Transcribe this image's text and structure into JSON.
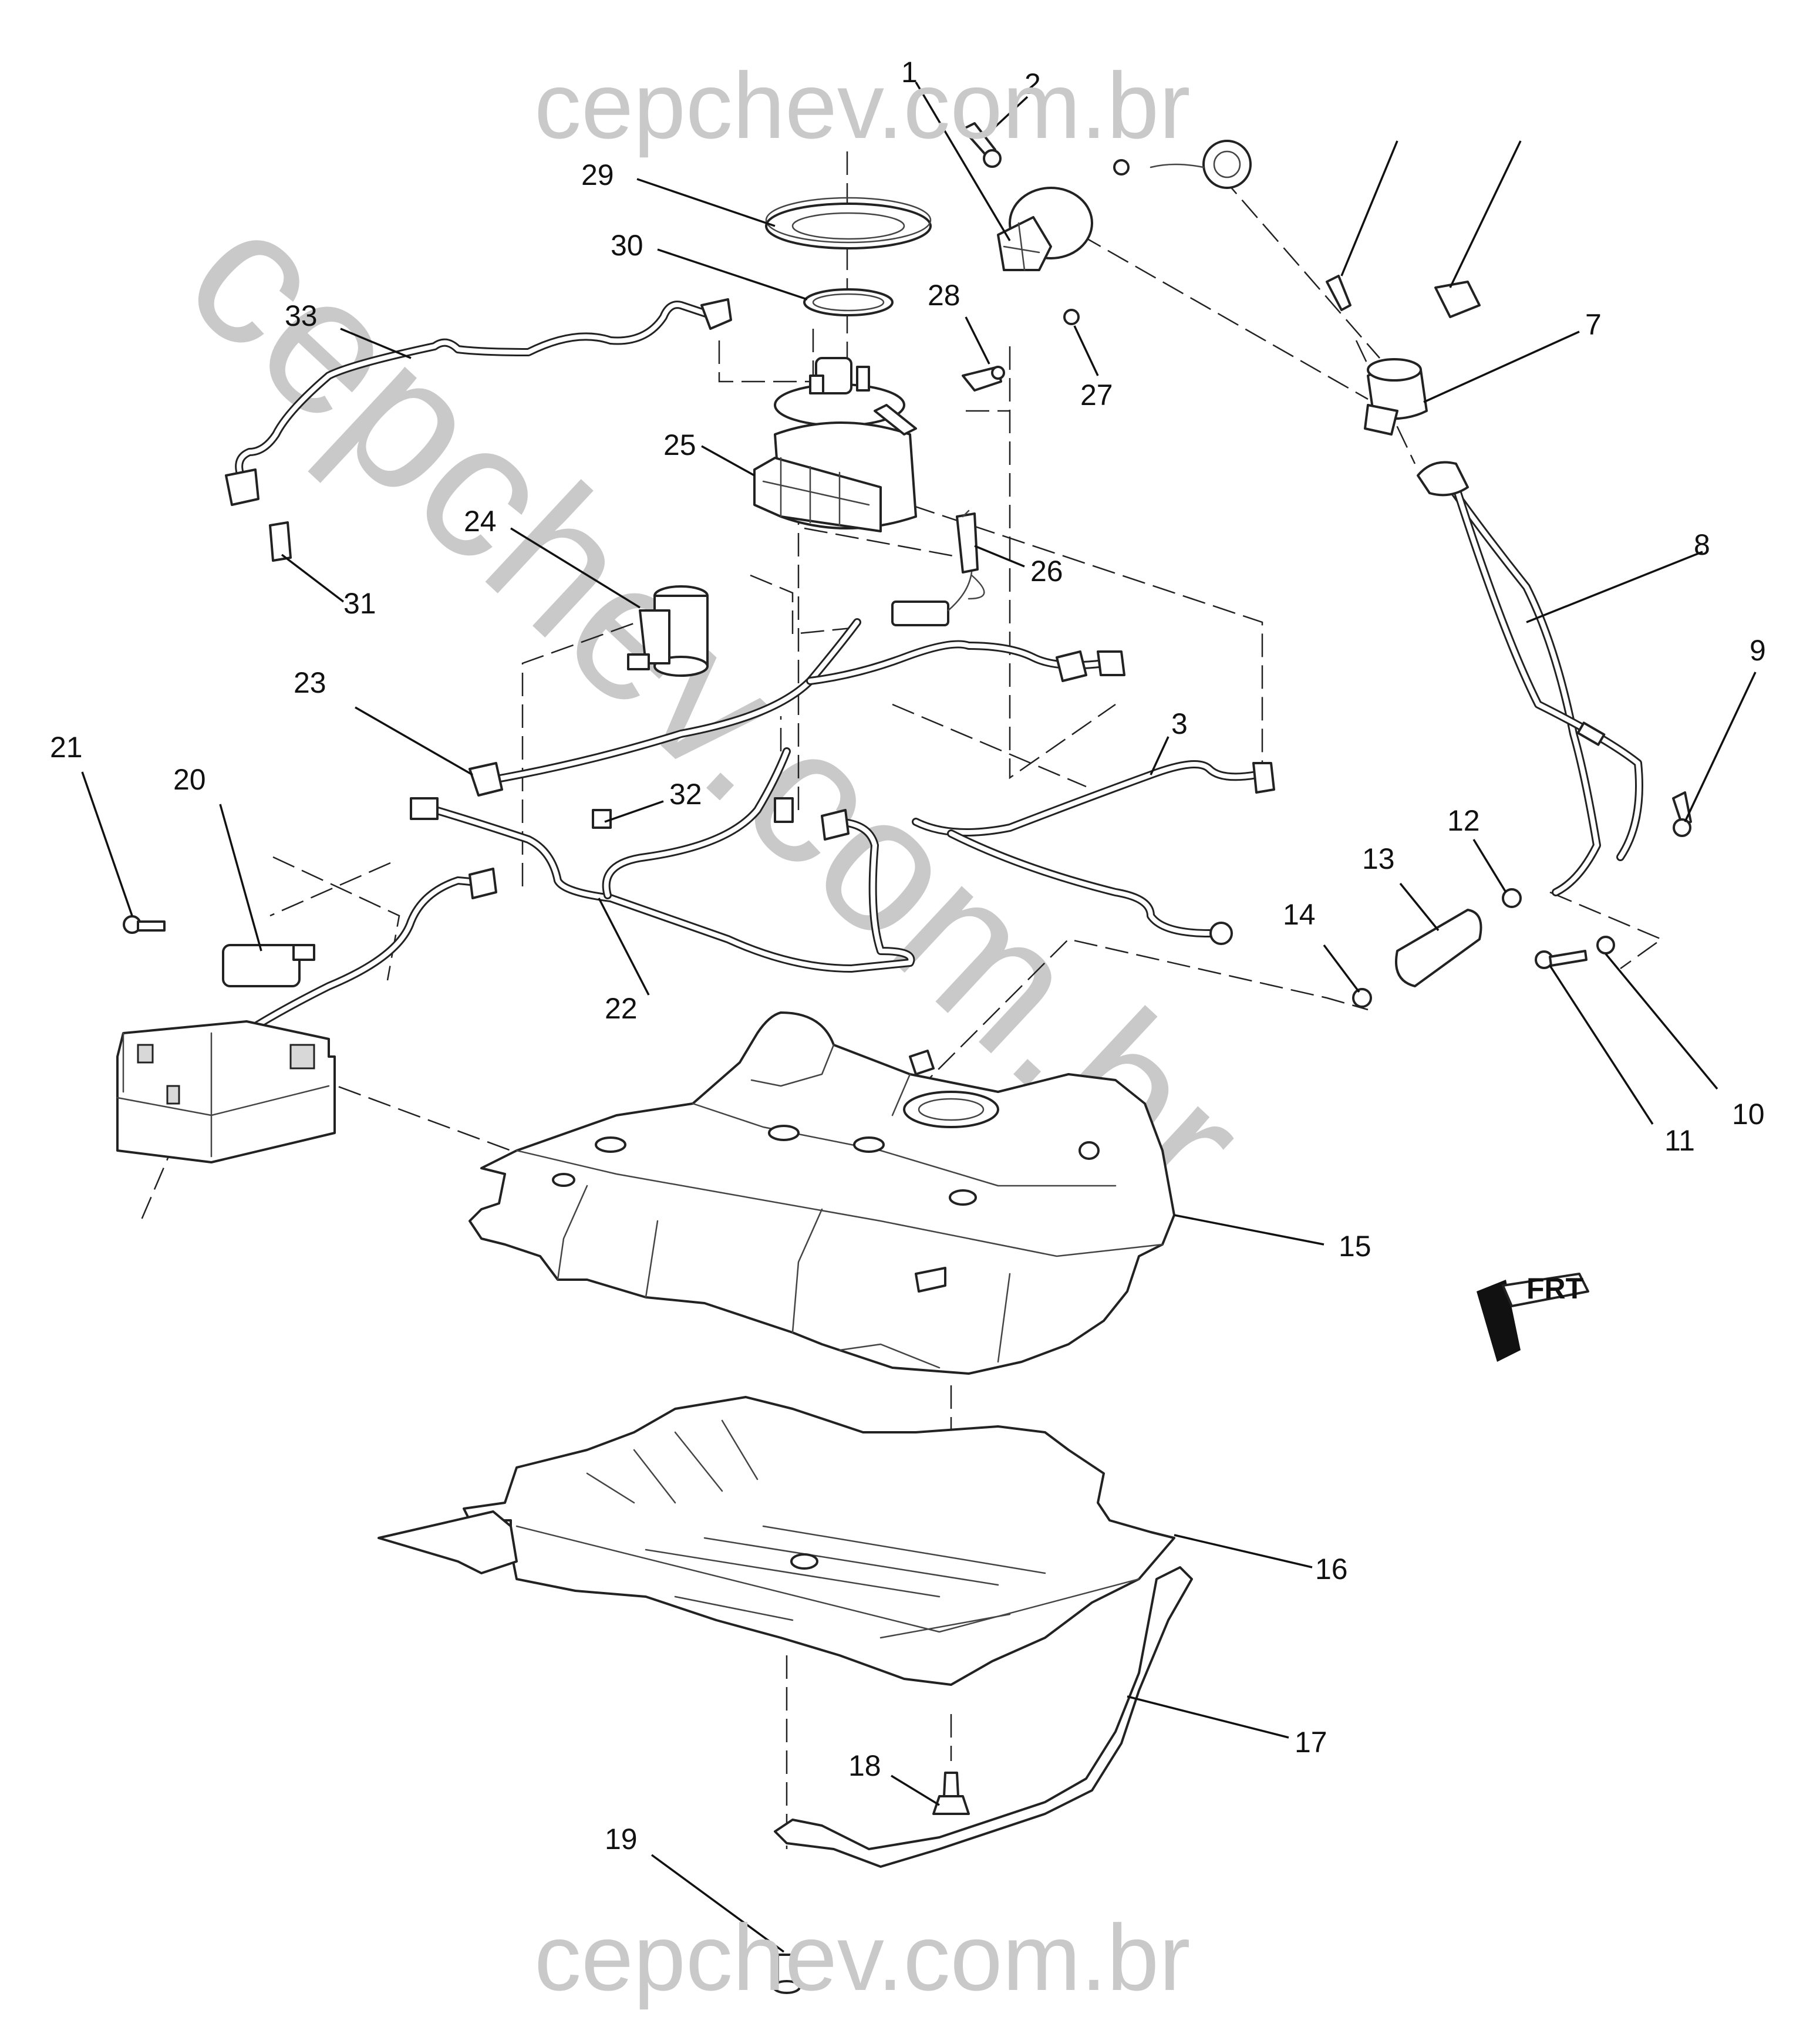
{
  "watermark": {
    "top_text": "cepchev.com.br",
    "bottom_text": "cepchev.com.br",
    "diagonal_text": "cepchev.com.br"
  },
  "callouts": {
    "c1": "1",
    "c2": "2",
    "c3": "3",
    "c7": "7",
    "c8": "8",
    "c9": "9",
    "c10": "10",
    "c11": "11",
    "c12": "12",
    "c13": "13",
    "c14": "14",
    "c15": "15",
    "c16": "16",
    "c17": "17",
    "c18": "18",
    "c19": "19",
    "c20": "20",
    "c21": "21",
    "c22": "22",
    "c23": "23",
    "c24": "24",
    "c25": "25",
    "c26": "26",
    "c27": "27",
    "c28": "28",
    "c29": "29",
    "c30": "30",
    "c31": "31",
    "c32": "32",
    "c33": "33"
  },
  "front_indicator": "FRT",
  "colors": {
    "line": "#222222",
    "watermark": "#c9c9c9",
    "background": "#ffffff"
  }
}
